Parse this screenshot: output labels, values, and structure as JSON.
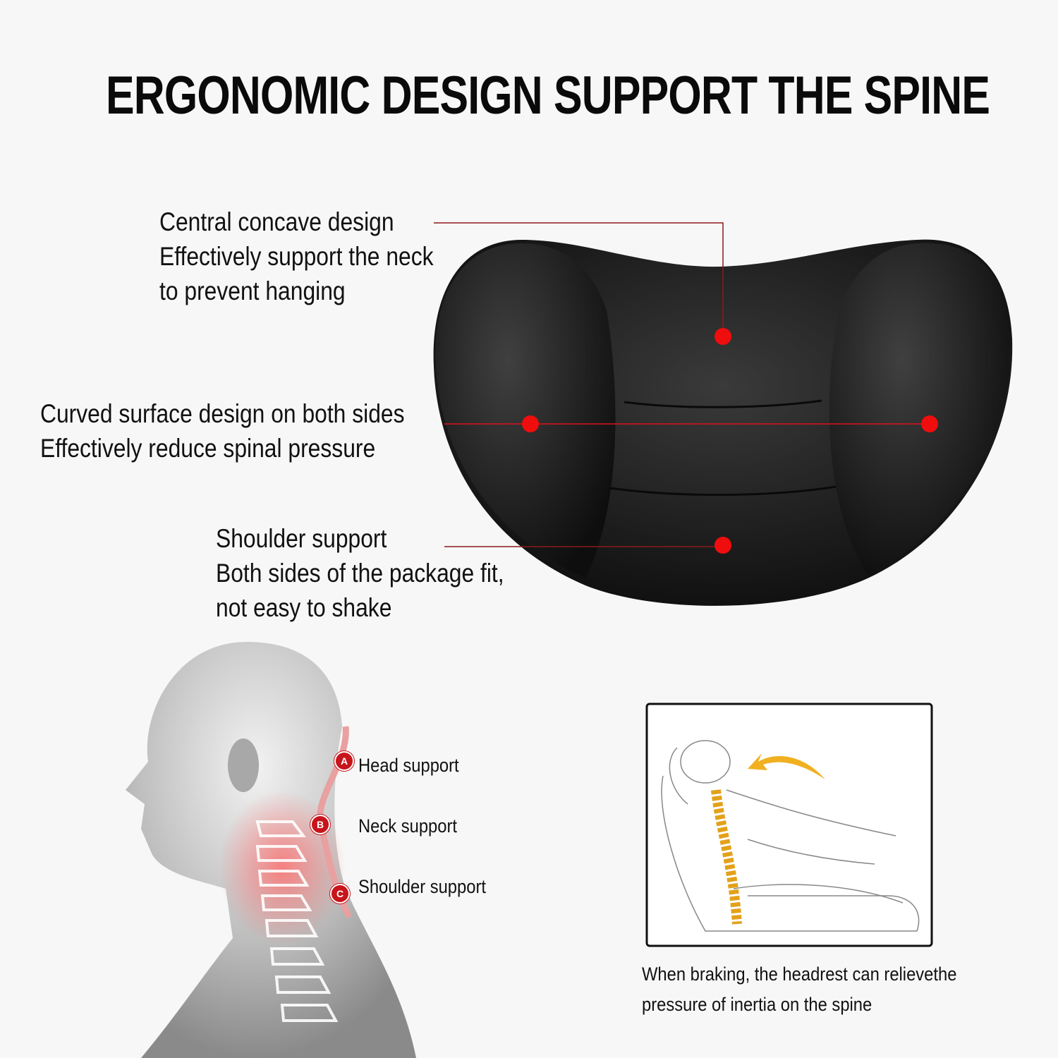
{
  "title": "ERGONOMIC DESIGN SUPPORT THE SPINE",
  "callouts": {
    "concave": [
      "Central concave design",
      "Effectively support the neck",
      "to prevent hanging"
    ],
    "curved": [
      "Curved surface design on both sides",
      "Effectively reduce spinal pressure"
    ],
    "shoulder": [
      "Shoulder support",
      "Both sides of the package fit,",
      "not easy to shake"
    ]
  },
  "support_points": [
    {
      "badge": "A",
      "label": "Head support"
    },
    {
      "badge": "B",
      "label": "Neck support"
    },
    {
      "badge": "C",
      "label": "Shoulder support"
    }
  ],
  "braking_caption": [
    "When braking, the headrest can relievethe",
    "pressure of inertia on the spine"
  ],
  "colors": {
    "accent": "#e0101a",
    "line": "#8b1a1a",
    "pillow": "#1c1c1c"
  }
}
